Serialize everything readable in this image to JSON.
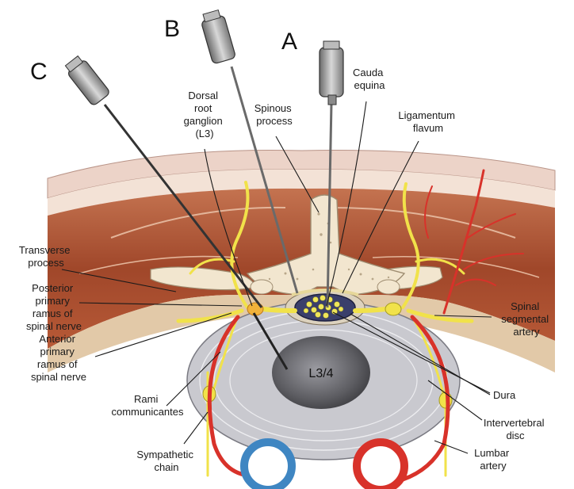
{
  "needles": {
    "a": "A",
    "b": "B",
    "c": "C"
  },
  "labels": {
    "dorsal_root_ganglion": [
      "Dorsal",
      "root",
      "ganglion",
      "(L3)"
    ],
    "spinous_process": [
      "Spinous",
      "process"
    ],
    "cauda_equina": [
      "Cauda",
      "equina"
    ],
    "ligamentum_flavum": [
      "Ligamentum",
      "flavum"
    ],
    "transverse_process": [
      "Transverse",
      "process"
    ],
    "posterior_primary_ramus": [
      "Posterior",
      "primary",
      "ramus of",
      "spinal nerve"
    ],
    "anterior_primary_ramus": [
      "Anterior",
      "primary",
      "ramus of",
      "spinal nerve"
    ],
    "rami_communicantes": [
      "Rami",
      "communicantes"
    ],
    "sympathetic_chain": [
      "Sympathetic",
      "chain"
    ],
    "spinal_segmental_artery": [
      "Spinal",
      "segmental",
      "artery"
    ],
    "dura": [
      "Dura"
    ],
    "intervertebral_disc": [
      "Intervertebral",
      "disc"
    ],
    "lumbar_artery": [
      "Lumbar",
      "artery"
    ],
    "disc_level": "L3/4"
  },
  "colors": {
    "skin": "#e9cfc4",
    "muscle": "#a0472a",
    "muscle_light": "#c97656",
    "bone": "#f2e6cf",
    "nerve": "#f1e24a",
    "artery": "#d8322a",
    "vein": "#3f86c2",
    "disc": "#c9c9cf",
    "nucleus": "#5d5d62",
    "dura": "#3a3f6b"
  }
}
